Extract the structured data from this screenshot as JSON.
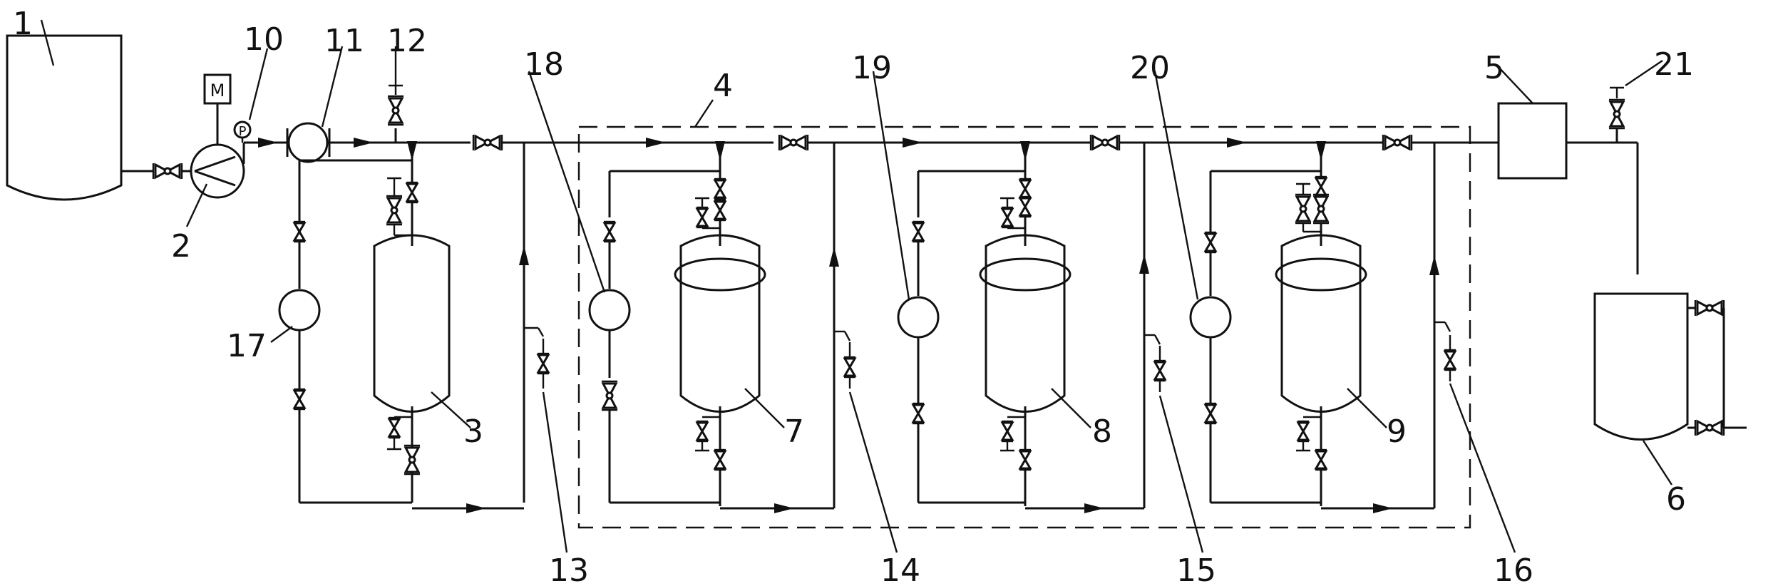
{
  "labels": {
    "n1": "1",
    "n2": "2",
    "n3": "3",
    "n4": "4",
    "n5": "5",
    "n6": "6",
    "n7": "7",
    "n8": "8",
    "n9": "9",
    "n10": "10",
    "n11": "11",
    "n12": "12",
    "n13": "13",
    "n14": "14",
    "n15": "15",
    "n16": "16",
    "n17": "17",
    "n18": "18",
    "n19": "19",
    "n20": "20",
    "n21": "21"
  },
  "symbols": {
    "motor": "M",
    "gauge": "P"
  }
}
